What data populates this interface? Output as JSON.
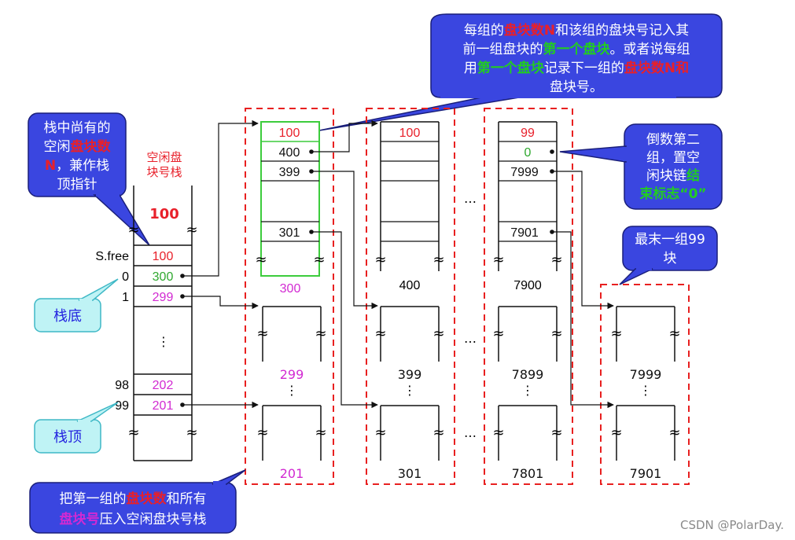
{
  "callouts": {
    "top": {
      "lines": [
        [
          {
            "t": "每组的",
            "c": "w"
          },
          {
            "t": "盘块数N",
            "c": "r"
          },
          {
            "t": "和该组的盘块号记入其",
            "c": "w"
          }
        ],
        [
          {
            "t": "前一组盘块的",
            "c": "w"
          },
          {
            "t": "第一个盘块",
            "c": "g"
          },
          {
            "t": "。或者说每组",
            "c": "w"
          }
        ],
        [
          {
            "t": "用",
            "c": "w"
          },
          {
            "t": "第一个盘块",
            "c": "g"
          },
          {
            "t": "记录下一组的",
            "c": "w"
          },
          {
            "t": "盘块数N和",
            "c": "r"
          }
        ],
        [
          {
            "t": "盘块号。",
            "c": "w"
          }
        ]
      ]
    },
    "stack_pointer": {
      "lines": [
        [
          {
            "t": "栈中尚有的",
            "c": "w"
          }
        ],
        [
          {
            "t": "空闲",
            "c": "w"
          },
          {
            "t": "盘块数",
            "c": "r"
          }
        ],
        [
          {
            "t": "N",
            "c": "r"
          },
          {
            "t": "，兼作栈",
            "c": "w"
          }
        ],
        [
          {
            "t": "顶指针",
            "c": "w"
          }
        ]
      ]
    },
    "second_last": {
      "lines": [
        [
          {
            "t": "倒数第二",
            "c": "w"
          }
        ],
        [
          {
            "t": "组，置空",
            "c": "w"
          }
        ],
        [
          {
            "t": "闲块链",
            "c": "w"
          },
          {
            "t": "结",
            "c": "g"
          }
        ],
        [
          {
            "t": "束标志“0”",
            "c": "g"
          }
        ]
      ]
    },
    "last_group": {
      "lines": [
        [
          {
            "t": "最末一组99",
            "c": "w"
          }
        ],
        [
          {
            "t": "块",
            "c": "w"
          }
        ]
      ]
    },
    "bottom": {
      "lines": [
        [
          {
            "t": "把第一组的",
            "c": "w"
          },
          {
            "t": "盘块数",
            "c": "r"
          },
          {
            "t": "和所有",
            "c": "w"
          }
        ],
        [
          {
            "t": "盘块号",
            "c": "m"
          },
          {
            "t": "压入空闲盘块号栈",
            "c": "w"
          }
        ]
      ]
    },
    "stack_bottom": "栈底",
    "stack_top": "栈顶"
  },
  "stack": {
    "title_line1": "空闲盘",
    "title_line2": "块号栈",
    "top_value": "100",
    "sfree_label": "S.free",
    "sfree_value": "100",
    "rows": [
      {
        "index": "0",
        "value": "300"
      },
      {
        "index": "1",
        "value": "299"
      },
      {
        "index": "98",
        "value": "202"
      },
      {
        "index": "99",
        "value": "201"
      }
    ],
    "ellipsis": "⋮"
  },
  "groups": {
    "g300": {
      "cells": [
        "100",
        "400",
        "399",
        "301"
      ],
      "label": "300"
    },
    "g400": {
      "cells": [
        "100"
      ],
      "label": "400"
    },
    "g7900": {
      "cells": [
        "99",
        "0",
        "7999",
        "7901"
      ],
      "label": "7900"
    },
    "blocks": {
      "g1": [
        "299",
        "201"
      ],
      "g2": [
        "399",
        "301"
      ],
      "g3": [
        "7899",
        "7801"
      ],
      "g4": [
        "7999",
        "7901"
      ]
    },
    "ellipsis_h": "…",
    "ellipsis_v": "⋮"
  },
  "watermark": "CSDN @PolarDay.",
  "colors": {
    "callout_fill": "#3a46e0",
    "callout_stroke": "#1a1f7a",
    "cyan_fill": "#bff3f5",
    "cyan_stroke": "#3fb8c6",
    "red": "#e8202a",
    "green": "#2fa82f",
    "magenta": "#d22ad2",
    "green_box": "#3ccc3c",
    "dashed_red": "#e82020"
  }
}
